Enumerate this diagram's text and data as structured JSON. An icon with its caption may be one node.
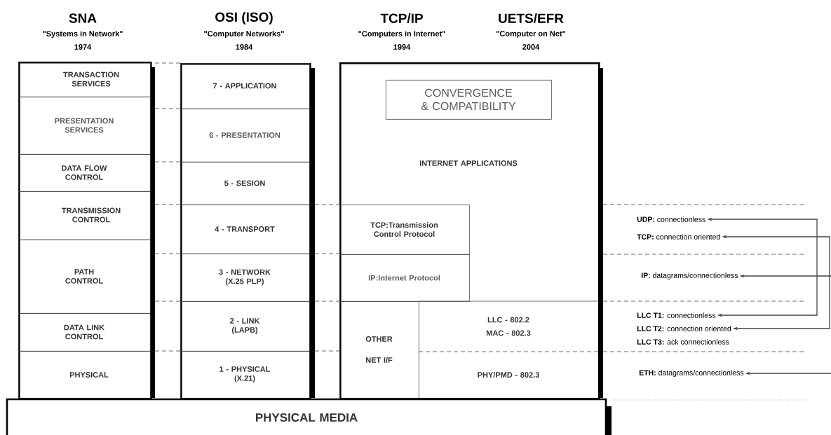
{
  "diagram": {
    "nodes": [
      {
        "text": [],
        "shape": "box"
      },
      {
        "text": [
          "TRANSACTION SERVICES"
        ],
        "in": 0
      },
      {
        "text": [
          "PRESENTATION SERVICES"
        ],
        "in": 0
      },
      {
        "text": [
          "DATA FLOW CONTROL"
        ],
        "in": 0
      },
      {
        "text": [
          "TRANSMISSION CONTROL"
        ],
        "in": 0
      },
      {
        "text": [
          "PATH CONTROL"
        ],
        "in": 0
      },
      {
        "text": [
          "DATA LINK CONTROL"
        ],
        "in": 0
      },
      {
        "text": [
          "PHYSICAL"
        ],
        "in": 0
      },
      {
        "text": [],
        "shape": "box"
      },
      {
        "text": [
          "7 - APPLICATION"
        ],
        "in": 8
      },
      {
        "text": [
          "6 - PRESENTATION"
        ],
        "in": 8
      },
      {
        "text": [
          "5 - SESION"
        ],
        "in": 8
      },
      {
        "text": [
          "4 - TRANSPORT"
        ],
        "in": 8
      },
      {
        "text": [
          "3 - NETWORK (X.25 PLP)"
        ],
        "in": 8
      },
      {
        "text": [
          "2 - LINK (LAPB)"
        ],
        "in": 8
      },
      {
        "text": [
          "1 - PHYSICAL (X.21)"
        ],
        "in": 8
      },
      {
        "text": [
          "INTERNET  APPLICATIONS"
        ]
      },
      {
        "text": [
          "CONVERGENCE & COMPATIBILITY"
        ],
        "in": 16
      },
      {
        "text": [
          "TCP:Transmission Control Protocol"
        ],
        "in": 16
      },
      {
        "text": [
          "IP:Internet Protocol"
        ],
        "in": 16
      },
      {
        "text": [
          "OTHER NET I/F"
        ],
        "in": 16
      },
      {
        "text": [
          "LLC - 802.2",
          "MAC - 802.3"
        ],
        "in": 16
      },
      {
        "text": [
          "PHY/PMD - 802.3"
        ],
        "in": 16
      },
      {
        "text": [
          "PHYSICAL MEDIA"
        ]
      },
      {
        "text": [
          "**UDP:** connectionless"
        ]
      },
      {
        "text": [
          "**TCP:** connection oriented"
        ]
      },
      {
        "text": [
          "**IP:** datagrams/connectionless"
        ]
      },
      {
        "text": [
          "**LLC T1:** connectionless"
        ]
      },
      {
        "text": [
          "**LLC T2:** connection oriented"
        ]
      },
      {
        "text": [
          "**ETH:** datagrams/connectionless"
        ]
      }
    ],
    "edges": [
      {
        "from": 24,
        "to": 27,
        "arrow": "both"
      },
      {
        "from": 25,
        "to": 28,
        "arrow": "both"
      },
      {
        "from": null,
        "to": 26,
        "arrow": "to"
      },
      {
        "from": null,
        "to": 29,
        "arrow": "to"
      }
    ],
    "labels": [
      "SNA",
      "\"Systems in Network\"",
      "1974",
      "OSI (ISO)",
      "\"Computer Networks\"",
      "1984",
      "TCP/IP",
      "\"Computers in Internet\"",
      "1994",
      "UETS/EFR",
      "\"Computer on Net\"",
      "2004",
      "**LLC T3:** ack connectionless"
    ]
  }
}
